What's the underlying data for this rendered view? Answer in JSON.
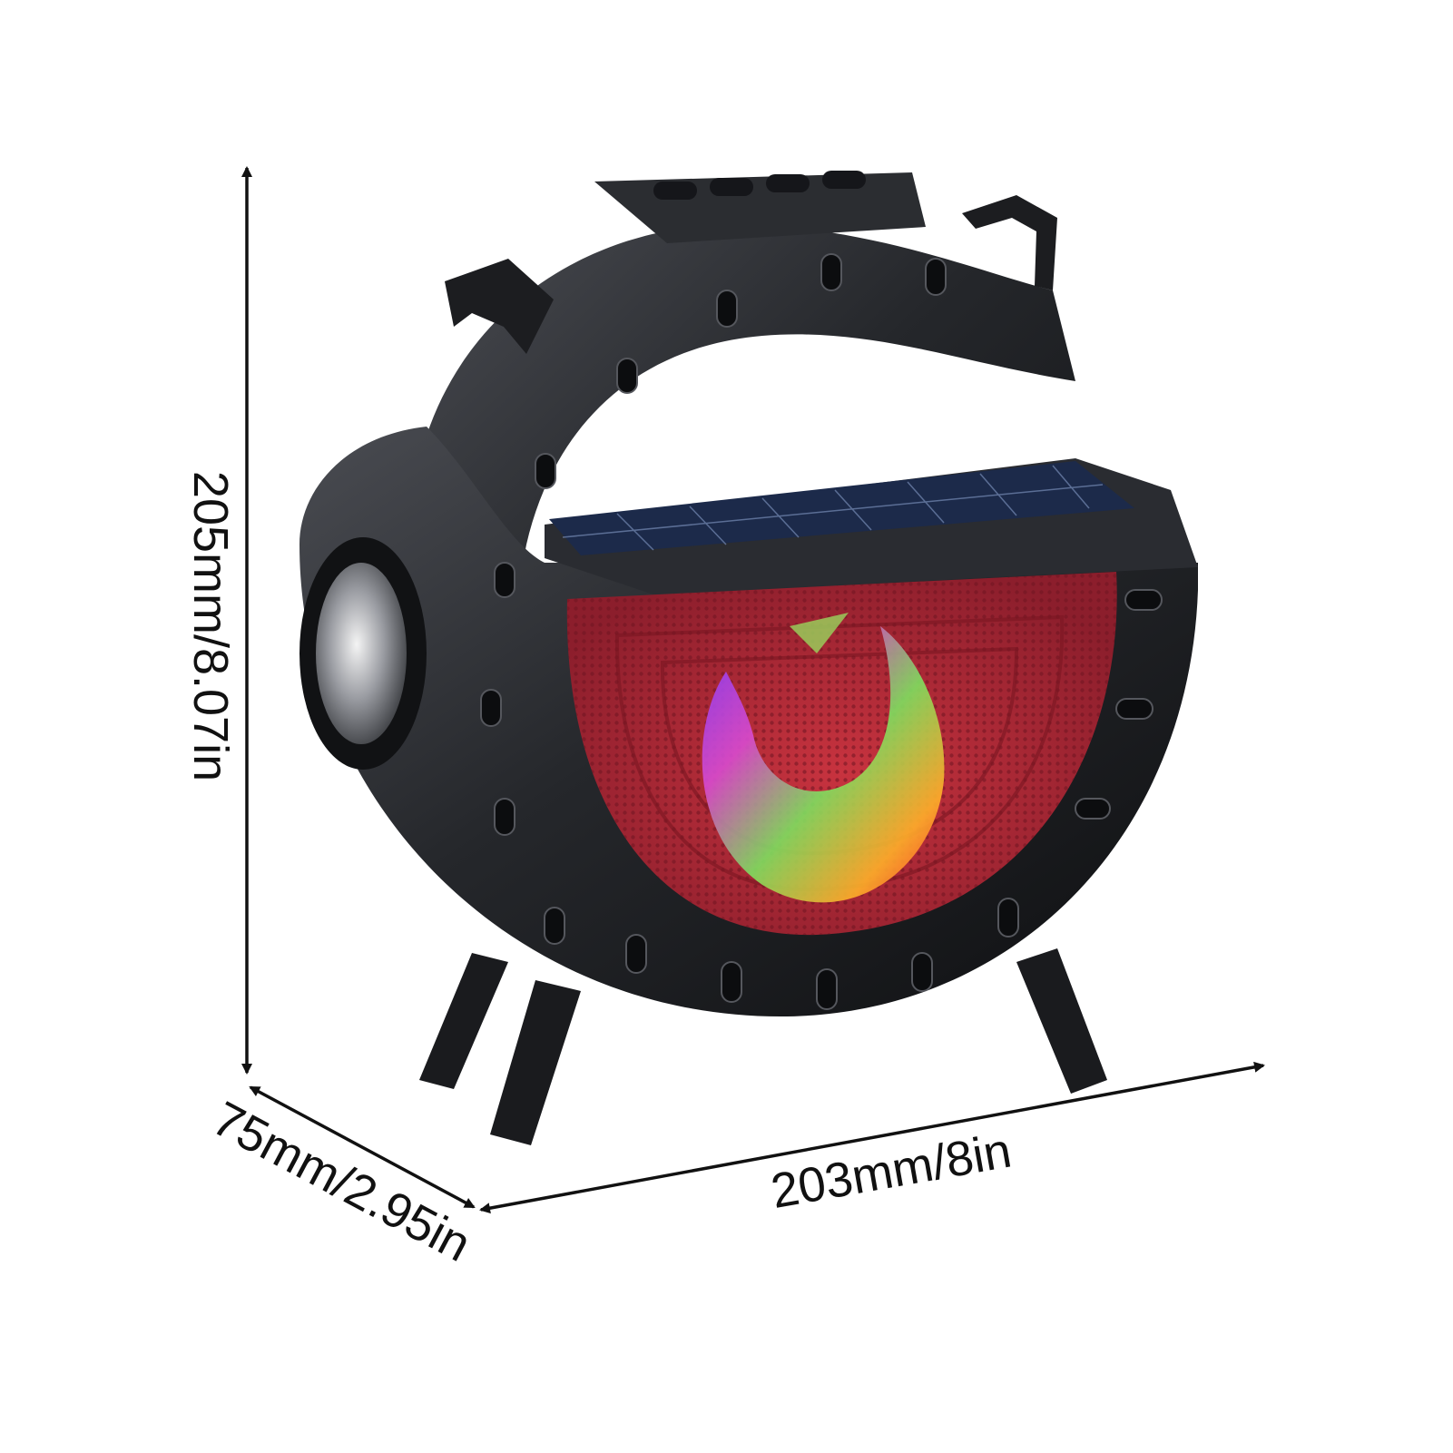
{
  "dimensions": {
    "height": "205mm/8.07in",
    "depth": "75mm/2.95in",
    "width": "203mm/8in"
  },
  "colors": {
    "background": "#ffffff",
    "body": "#202124",
    "body_highlight": "#4a4c52",
    "grille": "#b0283a",
    "solar_panel": "#1c2a4a",
    "arrow": "#111111"
  },
  "icons": {
    "arrow_head": "triangle-arrowhead",
    "flashlight": "flashlight-lens-icon",
    "solar": "solar-panel-icon"
  }
}
